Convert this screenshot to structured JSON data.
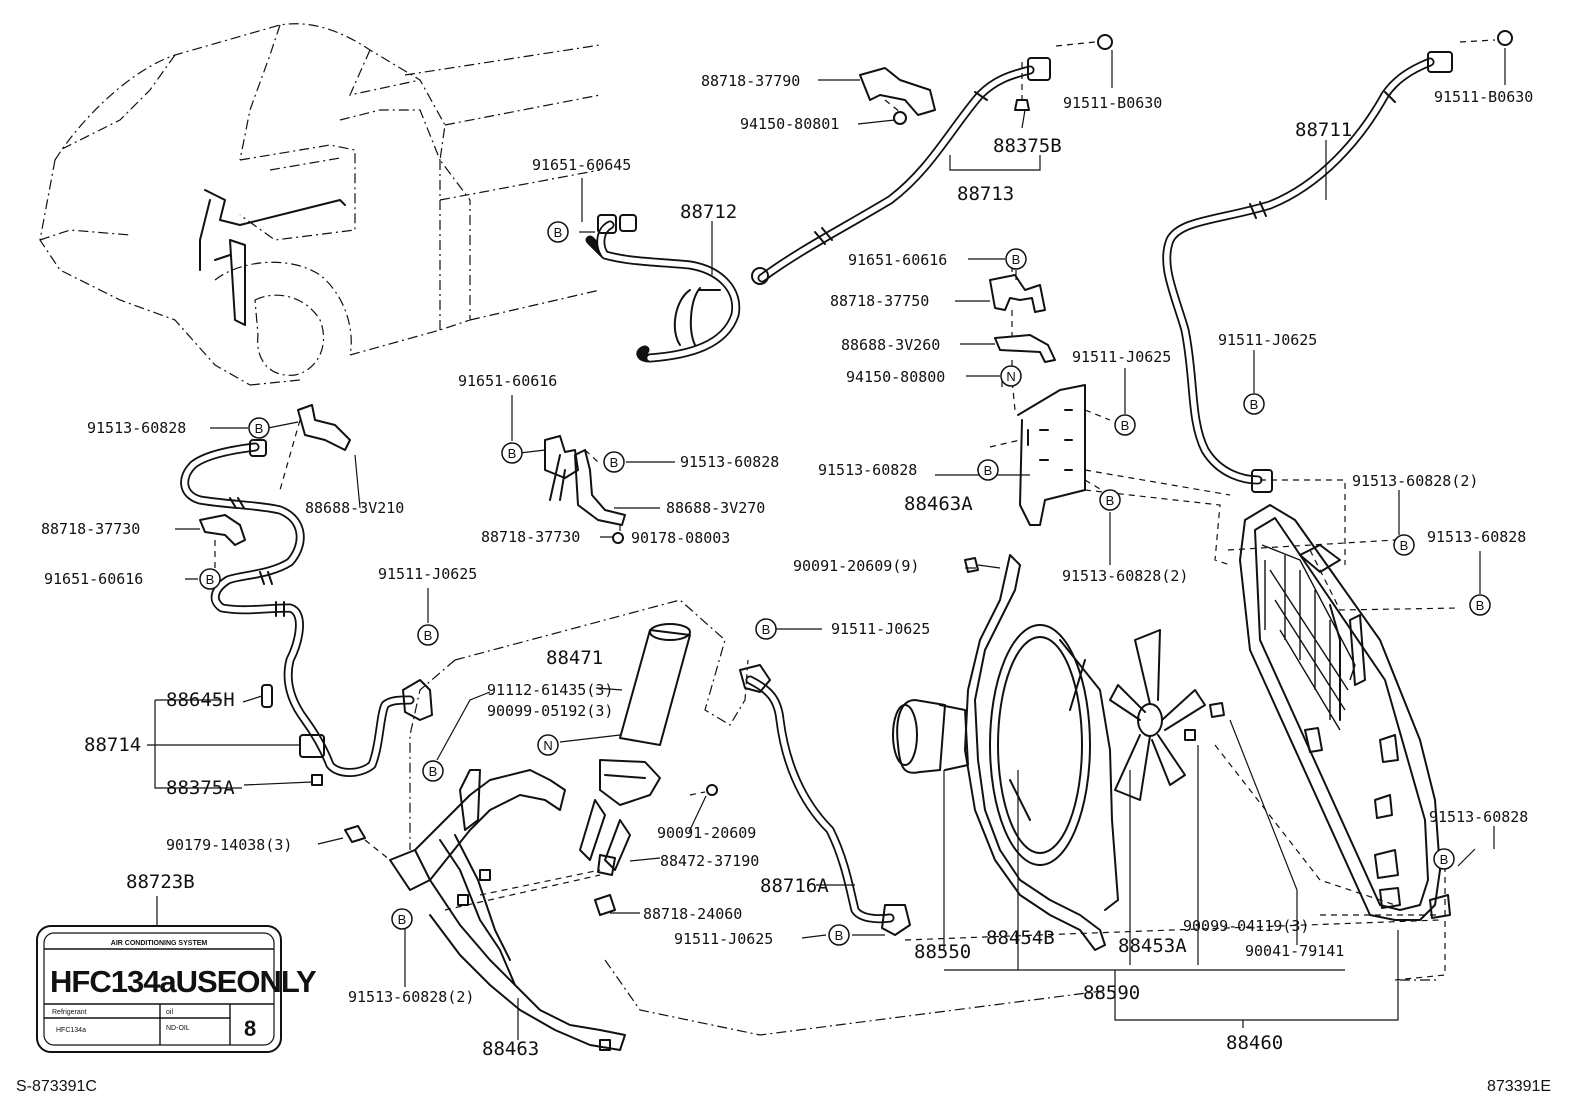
{
  "parts": {
    "p88718_37790": "88718-37790",
    "p94150_80801": "94150-80801",
    "p91511_B0630_a": "91511-B0630",
    "p88375B": "88375B",
    "p88713": "88713",
    "p91651_60645": "91651-60645",
    "p88712": "88712",
    "p88711": "88711",
    "p91511_B0630_b": "91511-B0630",
    "p91651_60616_a": "91651-60616",
    "p88718_37750": "88718-37750",
    "p88688_3V260": "88688-3V260",
    "p94150_80800": "94150-80800",
    "p91511_J0625_a": "91511-J0625",
    "p91511_J0625_b": "91511-J0625",
    "p91513_60828_a": "91513-60828",
    "p88688_3V210": "88688-3V210",
    "p91651_60616_b": "91651-60616",
    "p91513_60828_b": "91513-60828",
    "p88688_3V270": "88688-3V270",
    "p88718_37730_a": "88718-37730",
    "p90178_08003": "90178-08003",
    "p88718_37730_b": "88718-37730",
    "p91651_60616_c": "91651-60616",
    "p91513_60828_c": "91513-60828",
    "p88463A": "88463A",
    "p91513_60828_2a": "91513-60828(2)",
    "p90091_20609_9": "90091-20609(9)",
    "p91513_60828_2b": "91513-60828(2)",
    "p91513_60828_d": "91513-60828",
    "p91511_J0625_c": "91511-J0625",
    "p91511_J0625_d": "91511-J0625",
    "p88471": "88471",
    "p91112_61435_3": "91112-61435(3)",
    "p90099_05192_3": "90099-05192(3)",
    "p88645H": "88645H",
    "p88714": "88714",
    "p88375A": "88375A",
    "p90091_20609": "90091-20609",
    "p88472_37190": "88472-37190",
    "p90179_14038_3": "90179-14038(3)",
    "p88723B": "88723B",
    "p88716A": "88716A",
    "p88718_24060": "88718-24060",
    "p91511_J0625_e": "91511-J0625",
    "p88550": "88550",
    "p88454B": "88454B",
    "p88453A": "88453A",
    "p90099_04119_3": "90099-04119(3)",
    "p90041_79141": "90041-79141",
    "p91513_60828_e": "91513-60828",
    "p88590": "88590",
    "p91513_60828_2c": "91513-60828(2)",
    "p88463": "88463",
    "p88460": "88460"
  },
  "badges": {
    "b": "B",
    "n": "N"
  },
  "label": {
    "title": "AIR CONDITIONING SYSTEM",
    "main": "HFC134aUSEONLY",
    "refrigerant_label": "Refrigerant",
    "refrigerant_value": "HFC134a",
    "oil_label": "oil",
    "oil_value": "ND-OIL",
    "number": "8"
  },
  "footer": {
    "left_ref": "S-873391C",
    "right_ref": "873391E"
  }
}
